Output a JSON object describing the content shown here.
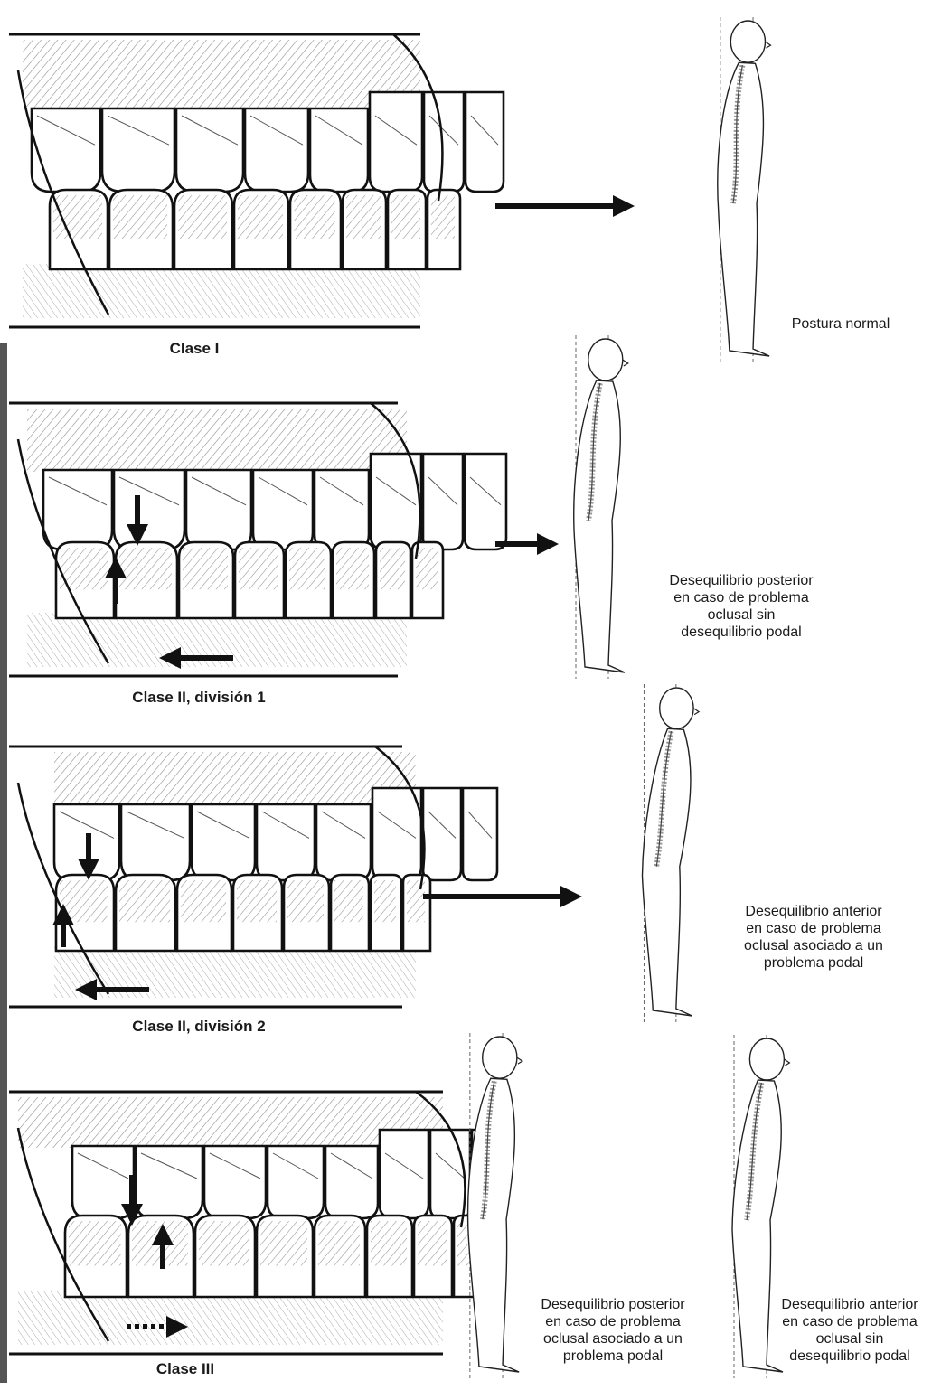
{
  "classes": {
    "c1": "Clase I",
    "c2d1": "Clase II, división 1",
    "c2d2": "Clase II, división 2",
    "c3": "Clase III"
  },
  "captions": {
    "normal": "Postura normal",
    "post_sin_l1": "Desequilibrio posterior",
    "post_sin_l2": "en caso de problema",
    "post_sin_l3": "oclusal sin",
    "post_sin_l4": "desequilibrio podal",
    "ant_asoc_l1": "Desequilibrio anterior",
    "ant_asoc_l2": "en caso de problema",
    "ant_asoc_l3": "oclusal asociado a un",
    "ant_asoc_l4": "problema podal",
    "post_asoc_l1": "Desequilibrio posterior",
    "post_asoc_l2": "en caso de problema",
    "post_asoc_l3": "oclusal asociado a un",
    "post_asoc_l4": "problema podal",
    "ant_sin_l1": "Desequilibrio anterior",
    "ant_sin_l2": "en caso de problema",
    "ant_sin_l3": "oclusal sin",
    "ant_sin_l4": "desequilibrio podal"
  }
}
